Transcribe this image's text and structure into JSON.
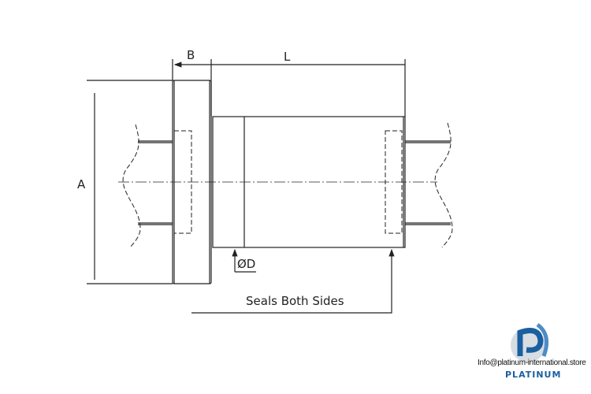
{
  "labels": {
    "a": "A",
    "b": "B",
    "l": "L",
    "d": "ØD",
    "seals": "Seals Both Sides"
  },
  "logo": {
    "brand": "PLATINUM",
    "email": "Info@platinum-international.store",
    "color": "#1a5fa0"
  }
}
